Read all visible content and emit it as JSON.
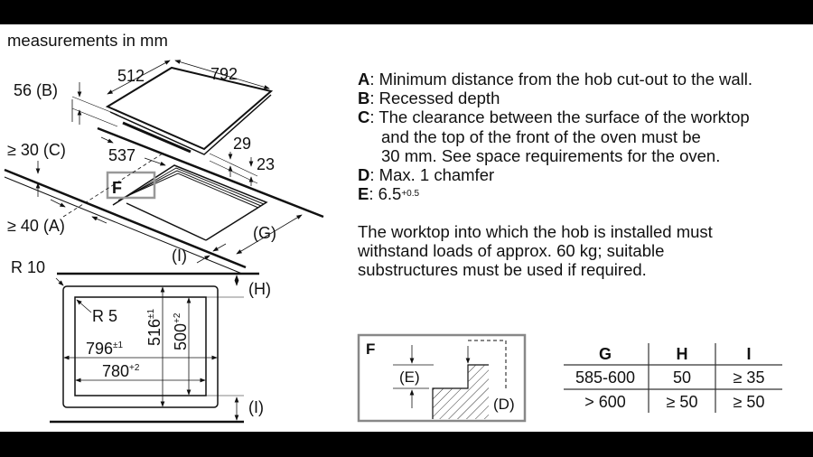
{
  "heading": "measurements in mm",
  "notes": [
    {
      "key": "A",
      "lines": [
        ": Minimum distance from the hob cut-out to the wall."
      ]
    },
    {
      "key": "B",
      "lines": [
        ": Recessed depth"
      ]
    },
    {
      "key": "C",
      "lines": [
        ": The clearance between the surface of the worktop",
        "and the top of the front of the oven must be",
        "30 mm. See space requirements for the oven."
      ]
    },
    {
      "key": "D",
      "lines": [
        ": Max. 1 chamfer"
      ]
    },
    {
      "key": "E",
      "lines": [
        ": 6.5"
      ],
      "sup": "+0.5"
    }
  ],
  "paragraph": [
    "The worktop into which the hob is installed must",
    "withstand loads of approx. 60 kg; suitable",
    "substructures must be used if required."
  ],
  "iso": {
    "w512": "512",
    "w792": "792",
    "b": "56 (B)",
    "c": "≥ 30 (C)",
    "a": "≥ 40 (A)",
    "d537": "537",
    "d29": "29",
    "d23": "23",
    "f": "F",
    "g": "(G)",
    "i": "(I)"
  },
  "plan": {
    "r10": "R 10",
    "r5": "R 5",
    "d796": "796",
    "d796_tol": "±1",
    "d780": "780",
    "d780_tol": "+2",
    "d516": "516",
    "d516_tol": "±1",
    "d500": "500",
    "d500_tol": "+2",
    "h": "(H)",
    "i": "(I)"
  },
  "detail": {
    "title": "F",
    "e": "(E)",
    "d": "(D)"
  },
  "table": {
    "headers": [
      "G",
      "H",
      "I"
    ],
    "rows": [
      [
        "585-600",
        "50",
        "≥ 35"
      ],
      [
        "> 600",
        "≥ 50",
        "≥ 50"
      ]
    ]
  }
}
